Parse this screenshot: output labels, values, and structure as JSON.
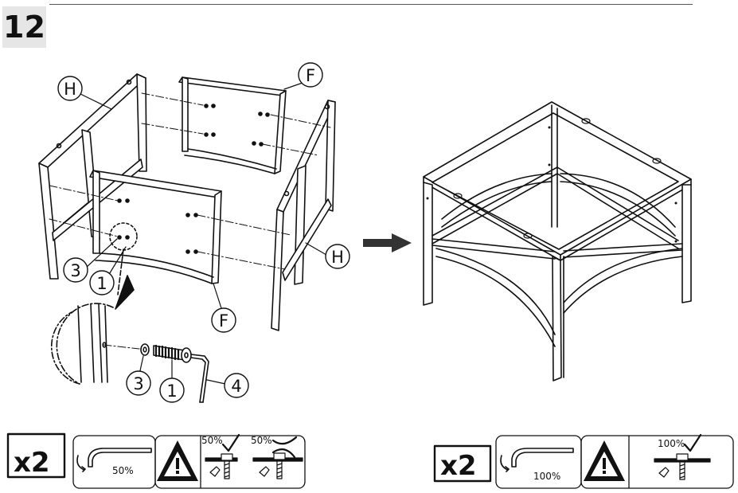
{
  "step": {
    "number": "12"
  },
  "parts": {
    "H": "H",
    "F": "F",
    "bolt": "1",
    "washer": "3",
    "allen_key": "4"
  },
  "legend_left": {
    "quantity": "x2",
    "tighten_percent": "50%",
    "ok_percent": "50%",
    "not_ok_percent": "50%"
  },
  "legend_right": {
    "quantity": "x2",
    "tighten_percent": "100%",
    "ok_percent": "100%"
  }
}
